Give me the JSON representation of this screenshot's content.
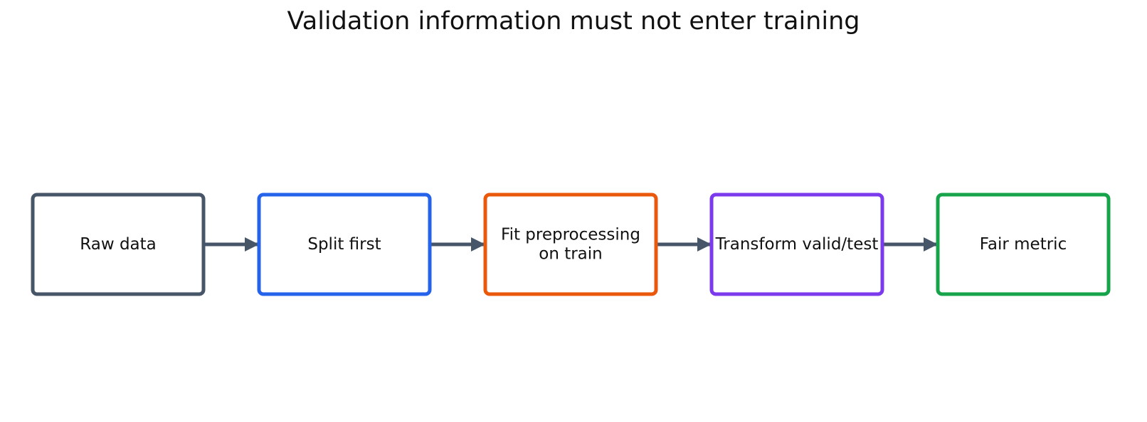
{
  "diagram": {
    "title": "Validation information must not enter training",
    "arrow_color": "#475569",
    "nodes": [
      {
        "lines": [
          "Raw data"
        ],
        "color": "#475569"
      },
      {
        "lines": [
          "Split first"
        ],
        "color": "#2563eb"
      },
      {
        "lines": [
          "Fit preprocessing",
          "on train"
        ],
        "color": "#ea580c"
      },
      {
        "lines": [
          "Transform valid/test"
        ],
        "color": "#7c3aed"
      },
      {
        "lines": [
          "Fair metric"
        ],
        "color": "#16a34a"
      }
    ]
  }
}
